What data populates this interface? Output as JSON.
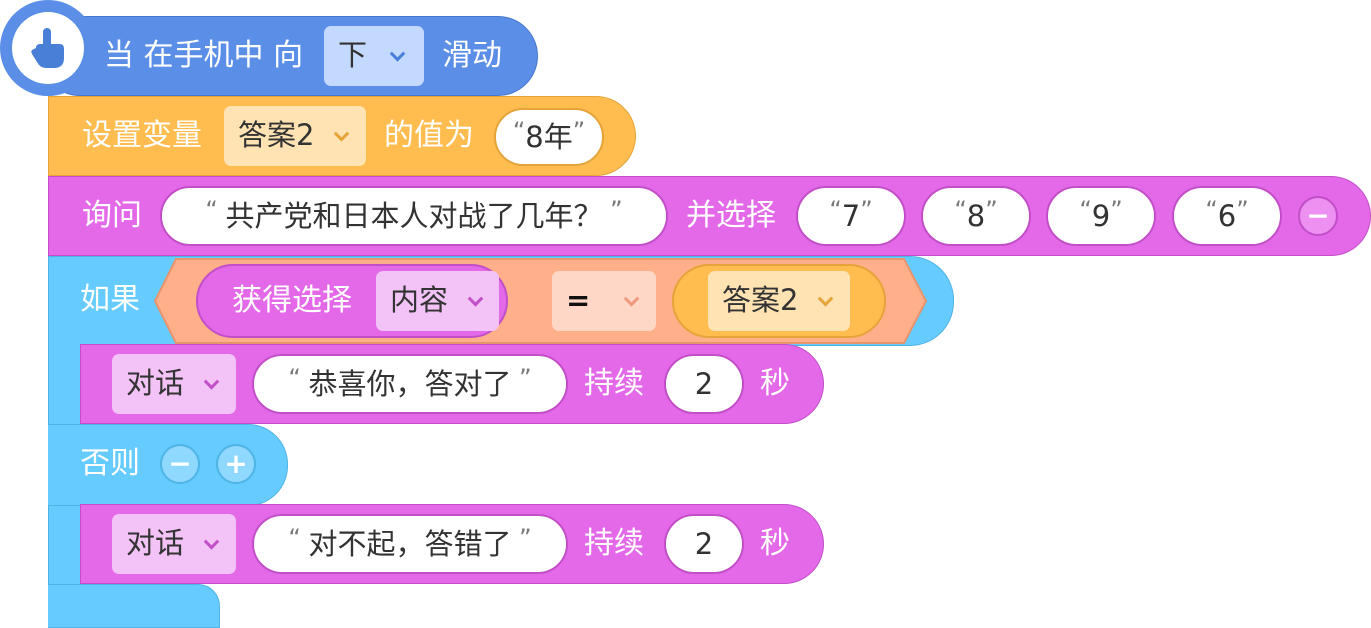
{
  "colors": {
    "event": "#5b8ee6",
    "variable": "#ffbd50",
    "dialog": "#e369e9",
    "control": "#66ccff",
    "operator": "#ffb08a"
  },
  "event_block": {
    "icon": "pointer-hand-icon",
    "label_when": "当 在手机中 向",
    "direction_value": "下",
    "label_swipe": "滑动"
  },
  "set_variable": {
    "label": "设置变量",
    "variable_name": "答案2",
    "label_to": "的值为",
    "value": "8年"
  },
  "ask_block": {
    "label": "询问",
    "question": "共产党和日本人对战了几年？",
    "label_choose": "并选择",
    "options": [
      "7",
      "8",
      "9",
      "6"
    ],
    "remove_symbol": "−"
  },
  "if_block": {
    "label_if": "如果",
    "getter_label": "获得选择",
    "getter_value": "内容",
    "operator": "=",
    "compare_variable": "答案2",
    "label_else": "否则",
    "else_remove": "−",
    "else_add": "+"
  },
  "dialog_correct": {
    "dropdown": "对话",
    "text": "恭喜你，答对了",
    "label_duration": "持续",
    "seconds": "2",
    "label_unit": "秒"
  },
  "dialog_wrong": {
    "dropdown": "对话",
    "text": "对不起，答错了",
    "label_duration": "持续",
    "seconds": "2",
    "label_unit": "秒"
  }
}
